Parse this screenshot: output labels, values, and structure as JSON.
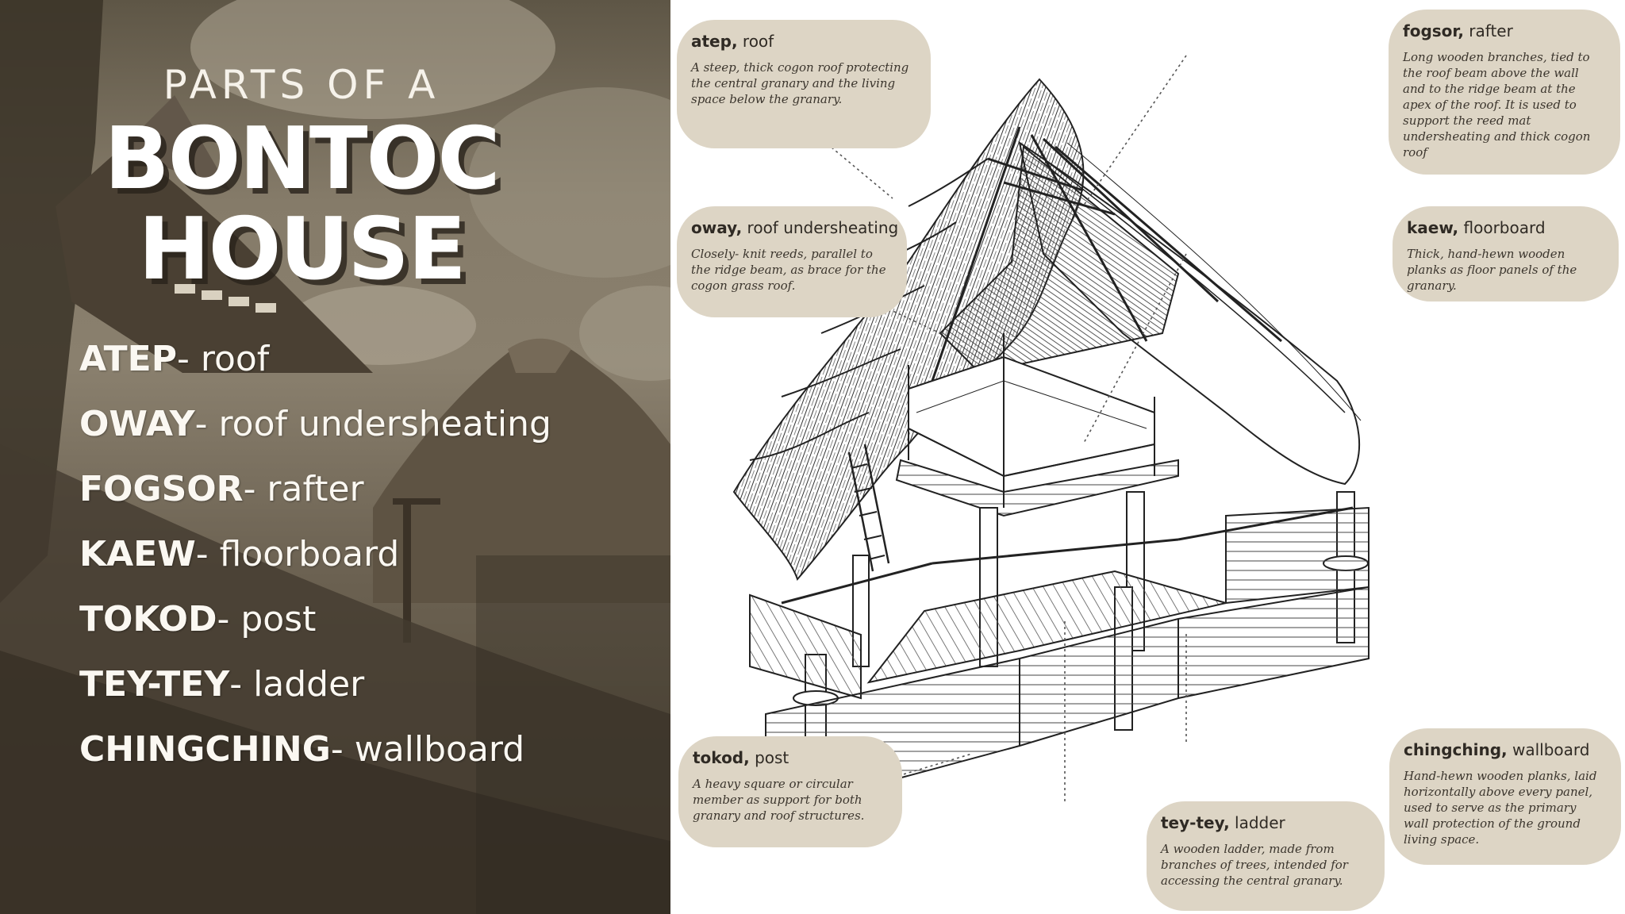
{
  "title": {
    "line1": "PARTS OF A",
    "line2": "BONTOC",
    "line3": "HOUSE"
  },
  "terms": [
    {
      "name": "ATEP",
      "definition": "- roof"
    },
    {
      "name": "OWAY",
      "definition": "- roof undersheating"
    },
    {
      "name": "FOGSOR",
      "definition": "- rafter"
    },
    {
      "name": "KAEW",
      "definition": "- floorboard"
    },
    {
      "name": "TOKOD",
      "definition": "- post"
    },
    {
      "name": "TEY-TEY",
      "definition": "- ladder"
    },
    {
      "name": "CHINGCHING",
      "definition": "- wallboard"
    }
  ],
  "callouts": {
    "atep": {
      "term": "atep,",
      "part": "roof",
      "description": "A steep, thick cogon roof protecting the central granary and the living space below the granary."
    },
    "oway": {
      "term": "oway,",
      "part": "roof undersheating",
      "description": "Closely- knit reeds, parallel to the ridge beam, as brace for the cogon grass roof."
    },
    "fogsor": {
      "term": "fogsor,",
      "part": "rafter",
      "description": "Long wooden branches, tied to the roof beam above the wall and to the ridge beam at the apex of the roof. It is used to support the reed mat undersheating and thick cogon roof"
    },
    "kaew": {
      "term": "kaew,",
      "part": "floorboard",
      "description": "Thick, hand-hewn wooden planks as floor panels of the granary."
    },
    "tokod": {
      "term": "tokod,",
      "part": "post",
      "description": "A heavy square or circular member as support for both granary and roof structures."
    },
    "teytey": {
      "term": "tey-tey,",
      "part": "ladder",
      "description": "A wooden ladder, made from branches of trees, intended for accessing the central granary."
    },
    "chingching": {
      "term": "chingching,",
      "part": "wallboard",
      "description": "Hand-hewn wooden planks, laid horizontally above every panel, used to serve as the primary wall protection of the ground living space."
    }
  },
  "colors": {
    "callout_bg": "#ddd5c5",
    "sepia_dark": "#4f4636",
    "sepia_light": "#8a806e"
  }
}
